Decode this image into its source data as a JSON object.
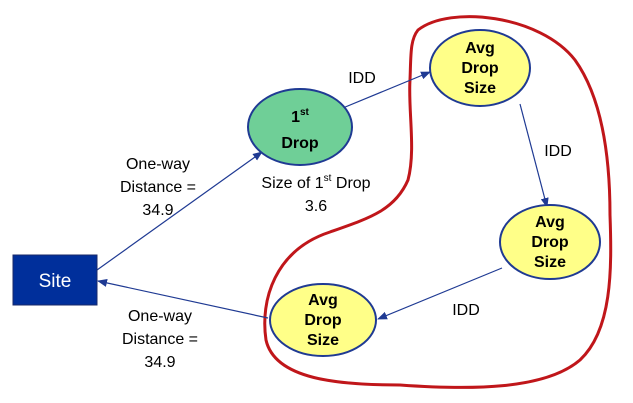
{
  "nodes": {
    "site": {
      "label": "Site"
    },
    "first_drop": {
      "label_num": "1",
      "label_sup": "st",
      "label_word": "Drop"
    },
    "avg_top": {
      "line1": "Avg",
      "line2": "Drop",
      "line3": "Size"
    },
    "avg_right": {
      "line1": "Avg",
      "line2": "Drop",
      "line3": "Size"
    },
    "avg_bottom": {
      "line1": "Avg",
      "line2": "Drop",
      "line3": "Size"
    }
  },
  "labels": {
    "idd_top": "IDD",
    "idd_right": "IDD",
    "idd_bottom": "IDD",
    "upper_distance": {
      "line1": "One-way",
      "line2": "Distance =",
      "line3": "34.9"
    },
    "lower_distance": {
      "line1": "One-way",
      "line2": "Distance =",
      "line3": "34.9"
    },
    "first_drop_size": {
      "prefix": "Size of 1",
      "sup": "st",
      "suffix": " Drop",
      "value": "3.6"
    }
  },
  "colors": {
    "site_fill": "#002f9b",
    "first_drop_fill": "#6fcf97",
    "avg_fill": "#ffff88",
    "arrow": "#1f3a93",
    "cluster_outline": "#c0161a"
  }
}
